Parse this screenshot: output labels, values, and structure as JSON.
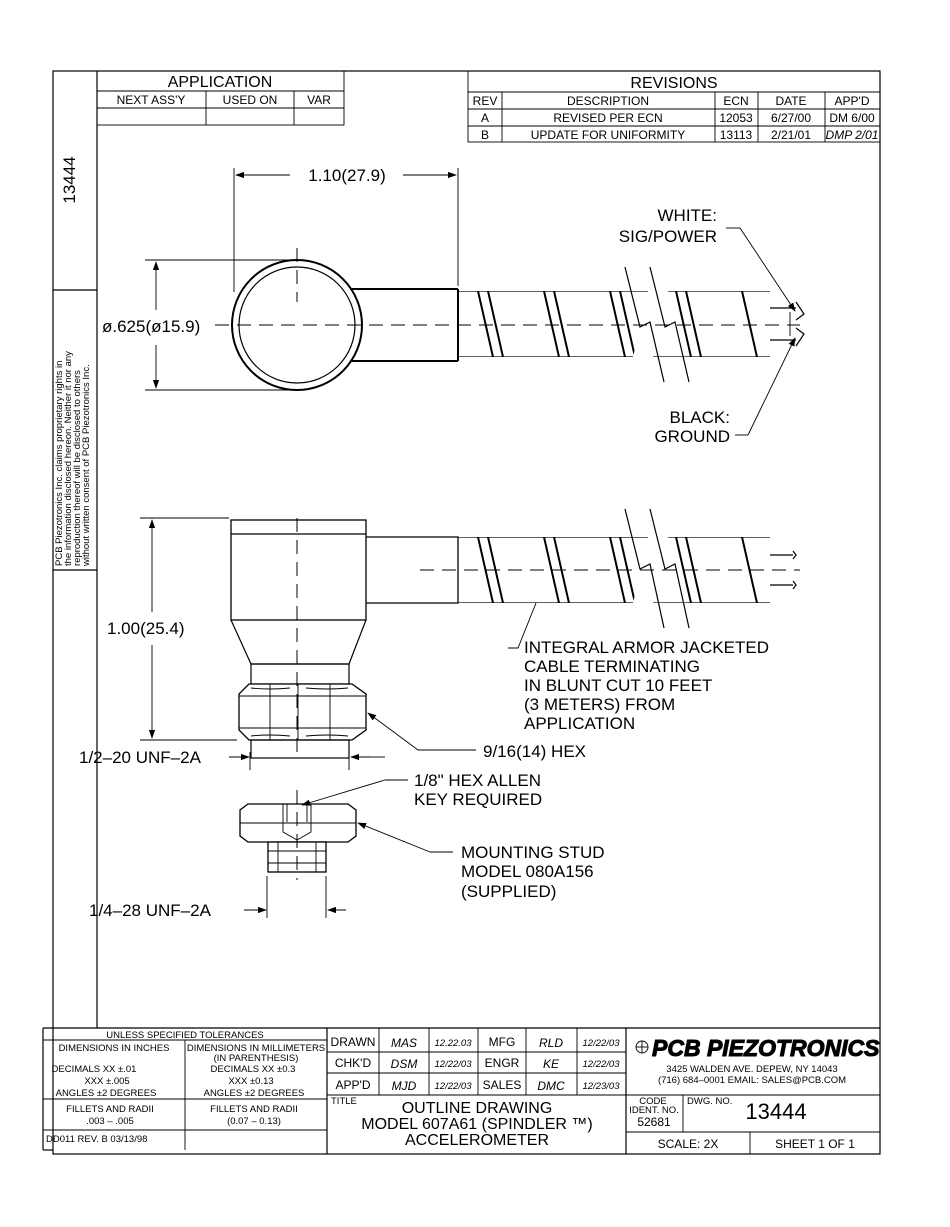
{
  "drawing_number": "13444",
  "side_notice": {
    "lines": [
      "PCB Piezotronics Inc. claims proprietary rights in",
      "the information disclosed hereon. Neither it nor any",
      "reproduction thereof will be disclosed to others",
      "without written consent of PCB Piezotronics Inc."
    ]
  },
  "application": {
    "title": "APPLICATION",
    "headers": [
      "NEXT ASS'Y",
      "USED ON",
      "VAR"
    ]
  },
  "revisions": {
    "title": "REVISIONS",
    "headers": [
      "REV",
      "DESCRIPTION",
      "ECN",
      "DATE",
      "APP'D"
    ],
    "rows": [
      [
        "A",
        "REVISED PER ECN",
        "12053",
        "6/27/00",
        "DM 6/00"
      ],
      [
        "B",
        "UPDATE FOR UNIFORMITY",
        "13113",
        "2/21/01",
        "DMP 2/01"
      ]
    ]
  },
  "dimensions": {
    "width": "1.10(27.9)",
    "diameter": "ø.625(ø15.9)",
    "height": "1.00(25.4)",
    "thread_main": "1/2–20 UNF–2A",
    "hex": "9/16(14) HEX",
    "allen_key_line1": "1/8\" HEX ALLEN",
    "allen_key_line2": "KEY REQUIRED",
    "stud_thread": "1/4–28 UNF–2A"
  },
  "callouts": {
    "white_line1": "WHITE:",
    "white_line2": "SIG/POWER",
    "black_line1": "BLACK:",
    "black_line2": "GROUND",
    "cable": [
      "INTEGRAL ARMOR JACKETED",
      "CABLE TERMINATING",
      "IN BLUNT CUT 10 FEET",
      "(3 METERS) FROM",
      "APPLICATION"
    ],
    "stud": [
      "MOUNTING STUD",
      "MODEL 080A156",
      "(SUPPLIED)"
    ]
  },
  "title_block": {
    "tolerances_title": "UNLESS SPECIFIED TOLERANCES",
    "inches_header": "DIMENSIONS IN INCHES",
    "mm_header_line1": "DIMENSIONS IN MILLIMETERS",
    "mm_header_line2": "(IN PARENTHESIS)",
    "inch_decimals_1": "DECIMALS  XX ±.01",
    "inch_decimals_2": "XXX ±.005",
    "inch_angles": "ANGLES ±2 DEGREES",
    "mm_decimals_1": "DECIMALS  XX ±0.3",
    "mm_decimals_2": "XXX ±0.13",
    "mm_angles": "ANGLES ±2 DEGREES",
    "inch_fillets_1": "FILLETS AND RADII",
    "inch_fillets_2": ".003 – .005",
    "mm_fillets_1": "FILLETS AND RADII",
    "mm_fillets_2": "(0.07 – 0.13)",
    "form_rev": "DD011 REV. B 03/13/98",
    "drawn_label": "DRAWN",
    "drawn_sig": "MAS",
    "drawn_date": "12.22.03",
    "chkd_label": "CHK'D",
    "chkd_sig": "DSM",
    "chkd_date": "12/22/03",
    "appd_label": "APP'D",
    "appd_sig": "MJD",
    "appd_date": "12/22/03",
    "mfg_label": "MFG",
    "mfg_sig": "RLD",
    "mfg_date": "12/22/03",
    "engr_label": "ENGR",
    "engr_sig": "KE",
    "engr_date": "12/22/03",
    "sales_label": "SALES",
    "sales_sig": "DMC",
    "sales_date": "12/23/03",
    "title_label": "TITLE",
    "title_line1": "OUTLINE DRAWING",
    "title_line2": "MODEL 607A61 (SPINDLER ™)",
    "title_line3": "ACCELEROMETER",
    "company": "PCB PIEZOTRONICS",
    "address_1": "3425 WALDEN AVE. DEPEW, NY 14043",
    "address_2": "(716) 684–0001  EMAIL: SALES@PCB.COM",
    "code_label_1": "CODE",
    "code_label_2": "IDENT. NO.",
    "code_value": "52681",
    "dwg_label": "DWG. NO.",
    "dwg_value": "13444",
    "scale": "SCALE:  2X",
    "sheet": "SHEET  1  OF  1"
  }
}
